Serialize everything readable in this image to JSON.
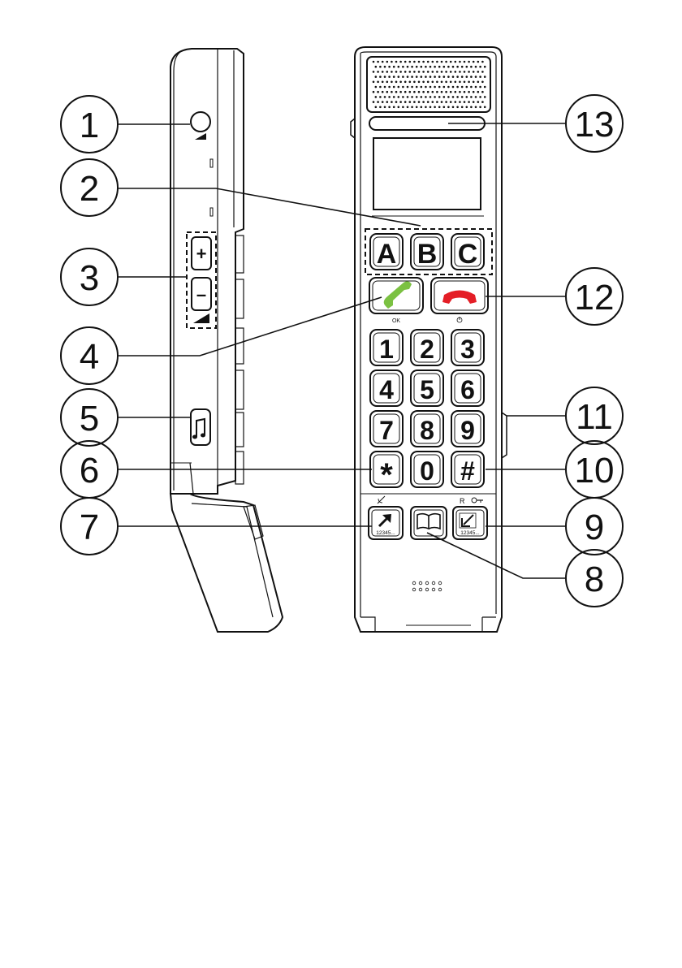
{
  "callouts": [
    {
      "id": 1,
      "label": "1"
    },
    {
      "id": 2,
      "label": "2"
    },
    {
      "id": 3,
      "label": "3"
    },
    {
      "id": 4,
      "label": "4"
    },
    {
      "id": 5,
      "label": "5"
    },
    {
      "id": 6,
      "label": "6"
    },
    {
      "id": 7,
      "label": "7"
    },
    {
      "id": 8,
      "label": "8"
    },
    {
      "id": 9,
      "label": "9"
    },
    {
      "id": 10,
      "label": "10"
    },
    {
      "id": 11,
      "label": "11"
    },
    {
      "id": 12,
      "label": "12"
    },
    {
      "id": 13,
      "label": "13"
    }
  ],
  "side_buttons": {
    "volume_up": "+",
    "volume_down": "–"
  },
  "keys": {
    "memory": [
      "A",
      "B",
      "C"
    ],
    "ok_label": "OK",
    "digits": [
      "1",
      "2",
      "3",
      "4",
      "5",
      "6",
      "7",
      "8",
      "9",
      "*",
      "0",
      "#"
    ],
    "hash_sub_r": "R",
    "redial_sub": "12345...",
    "callers_sub": "12345..."
  },
  "colors": {
    "call_icon": "#7bc142",
    "end_icon": "#e41e26",
    "outline": "#111111"
  },
  "icons": {
    "ringer": "music-note-icon",
    "phonebook": "book-icon",
    "redial": "arrow-up-right-icon",
    "callers": "arrow-down-left-icon"
  }
}
